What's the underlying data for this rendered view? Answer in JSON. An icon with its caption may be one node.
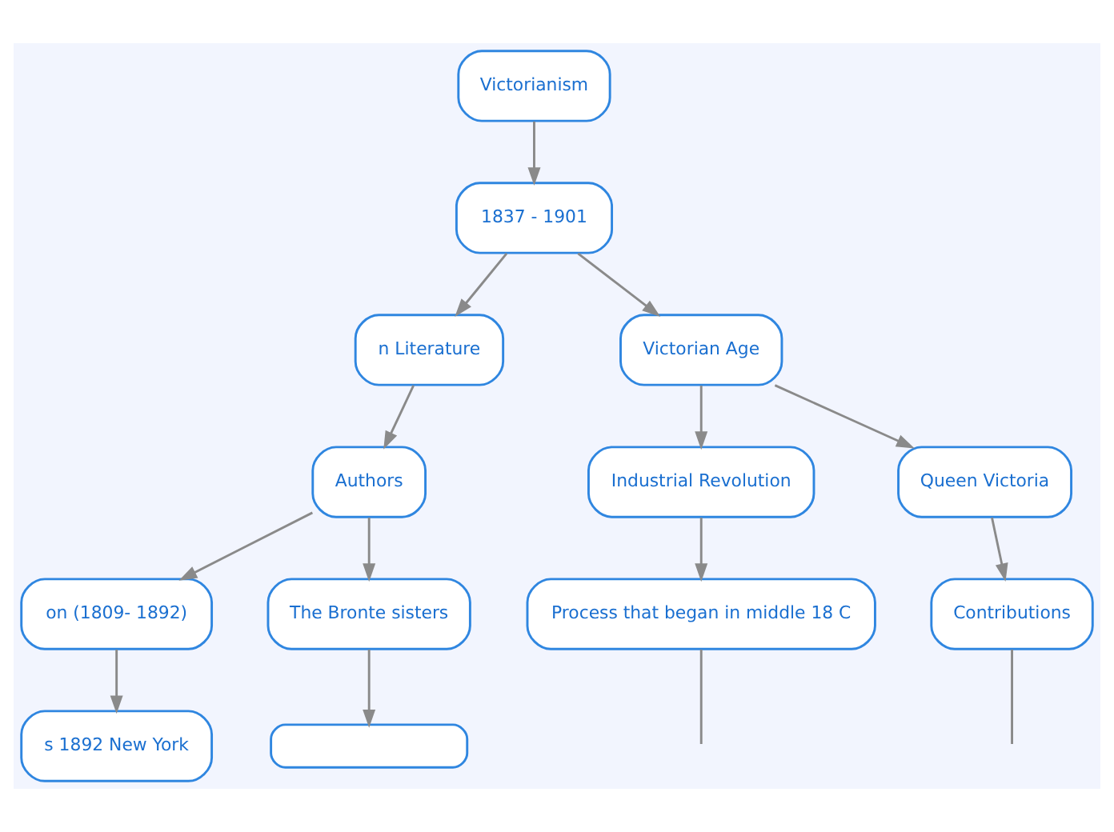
{
  "diagram": {
    "nodes": [
      {
        "text": [
          "n Literature"
        ]
      },
      {
        "text": [
          "Victorianism"
        ]
      },
      {
        "text": [
          "1837 - 1901"
        ]
      },
      {
        "text": [
          "Authors"
        ]
      },
      {
        "text": [
          "Victorian Age"
        ]
      },
      {
        "text": [
          "Industrial Revolution"
        ]
      },
      {
        "text": [
          "Queen Victoria"
        ]
      },
      {
        "text": [
          "on (1809- 1892)"
        ]
      },
      {
        "text": [
          "The Bronte sisters"
        ]
      },
      {
        "text": [
          "Process that began in middle 18 C"
        ]
      },
      {
        "text": [
          "Contributions"
        ]
      },
      {
        "text": [
          "s 1892 New York"
        ]
      },
      {
        "text": [],
        "shape": "box"
      }
    ],
    "edges": [
      {
        "from": 1,
        "to": 2,
        "arrow": "to"
      },
      {
        "from": 2,
        "to": 0,
        "arrow": "to"
      },
      {
        "from": 0,
        "to": 3,
        "arrow": "to"
      },
      {
        "from": 2,
        "to": 4,
        "arrow": "to"
      },
      {
        "from": 4,
        "to": 5,
        "arrow": "to"
      },
      {
        "from": 4,
        "to": 6,
        "arrow": "to"
      },
      {
        "from": 3,
        "to": 7,
        "arrow": "to"
      },
      {
        "from": 3,
        "to": 8,
        "arrow": "to"
      },
      {
        "from": 5,
        "to": 9,
        "arrow": "to"
      },
      {
        "from": 6,
        "to": 10,
        "arrow": "to"
      },
      {
        "from": 7,
        "to": 11,
        "arrow": "to"
      },
      {
        "from": 8,
        "to": 12,
        "arrow": "to"
      },
      {
        "from": 9,
        "to": null,
        "arrow": "none"
      },
      {
        "from": 10,
        "to": null,
        "arrow": "none"
      }
    ]
  }
}
